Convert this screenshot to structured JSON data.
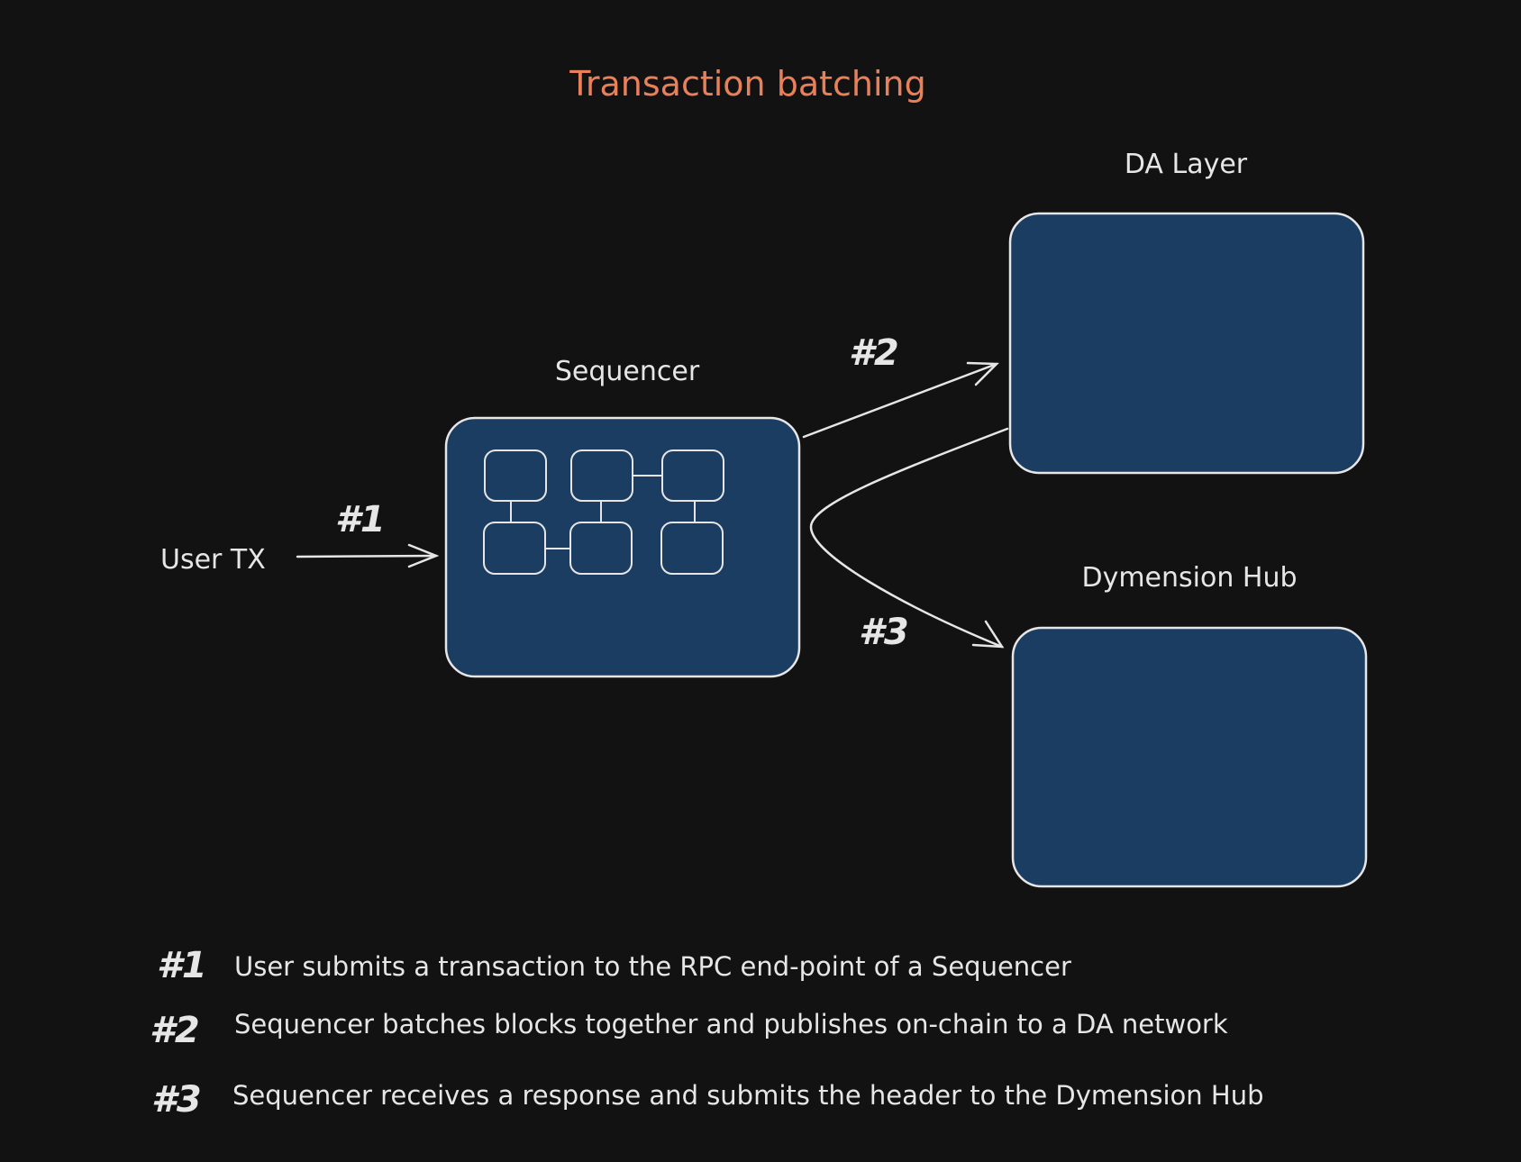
{
  "title": "Transaction batching",
  "colors": {
    "background": "#121212",
    "title": "#e8805a",
    "box_fill": "#1c3d62",
    "stroke": "#e6e6e6"
  },
  "nodes": {
    "sequencer": {
      "label": "Sequencer"
    },
    "da_layer": {
      "label": "DA Layer"
    },
    "dymension_hub": {
      "label": "Dymension Hub"
    },
    "user_tx": {
      "label": "User TX"
    }
  },
  "arrows": {
    "a1": {
      "label": "#1"
    },
    "a2": {
      "label": "#2"
    },
    "a3": {
      "label": "#3"
    }
  },
  "legend": [
    {
      "num": "#1",
      "text": "User submits a transaction to the RPC end-point of a Sequencer"
    },
    {
      "num": "#2",
      "text": "Sequencer batches blocks together and publishes on-chain to a DA network"
    },
    {
      "num": "#3",
      "text": "Sequencer receives a response and submits the header to the Dymension Hub"
    }
  ]
}
